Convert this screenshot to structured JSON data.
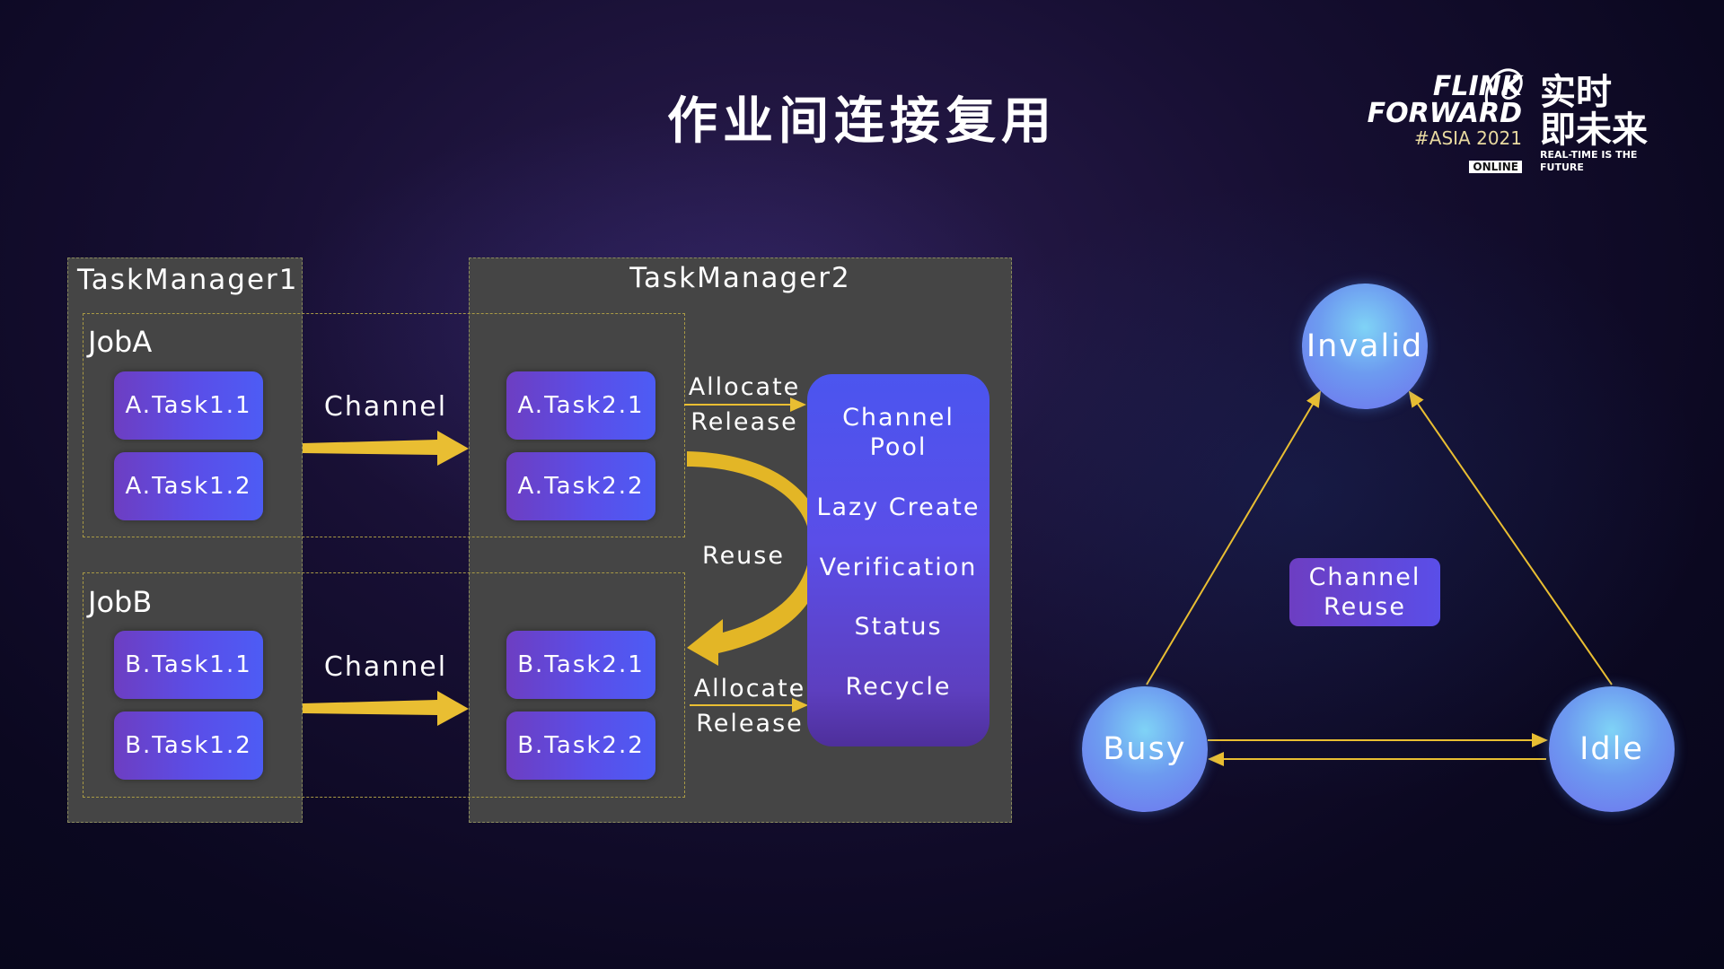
{
  "title": "作业间连接复用",
  "logo": {
    "line1": "FLINK",
    "line2": "FORWARD",
    "line3": "#ASIA 2021",
    "online": "ONLINE",
    "cn_line1": "实时",
    "cn_line2": "即未来",
    "tagline": "REAL-TIME IS THE FUTURE"
  },
  "left_diagram": {
    "tm1": "TaskManager1",
    "tm2": "TaskManager2",
    "jobA": {
      "label": "JobA",
      "tm1_tasks": [
        "A.Task1.1",
        "A.Task1.2"
      ],
      "tm2_tasks": [
        "A.Task2.1",
        "A.Task2.2"
      ],
      "channel": "Channel",
      "allocate": "Allocate",
      "release": "Release"
    },
    "jobB": {
      "label": "JobB",
      "tm1_tasks": [
        "B.Task1.1",
        "B.Task1.2"
      ],
      "tm2_tasks": [
        "B.Task2.1",
        "B.Task2.2"
      ],
      "channel": "Channel",
      "allocate": "Allocate",
      "release": "Release"
    },
    "reuse": "Reuse",
    "pool": {
      "title_line1": "Channel",
      "title_line2": "Pool",
      "items": [
        "Lazy Create",
        "Verification",
        "Status",
        "Recycle"
      ]
    }
  },
  "state_diagram": {
    "invalid": "Invalid",
    "busy": "Busy",
    "idle": "Idle",
    "center_line1": "Channel",
    "center_line2": "Reuse"
  },
  "colors": {
    "arrow": "#e9be32",
    "task": "#5a4ee8",
    "node": "#78b8f4"
  }
}
